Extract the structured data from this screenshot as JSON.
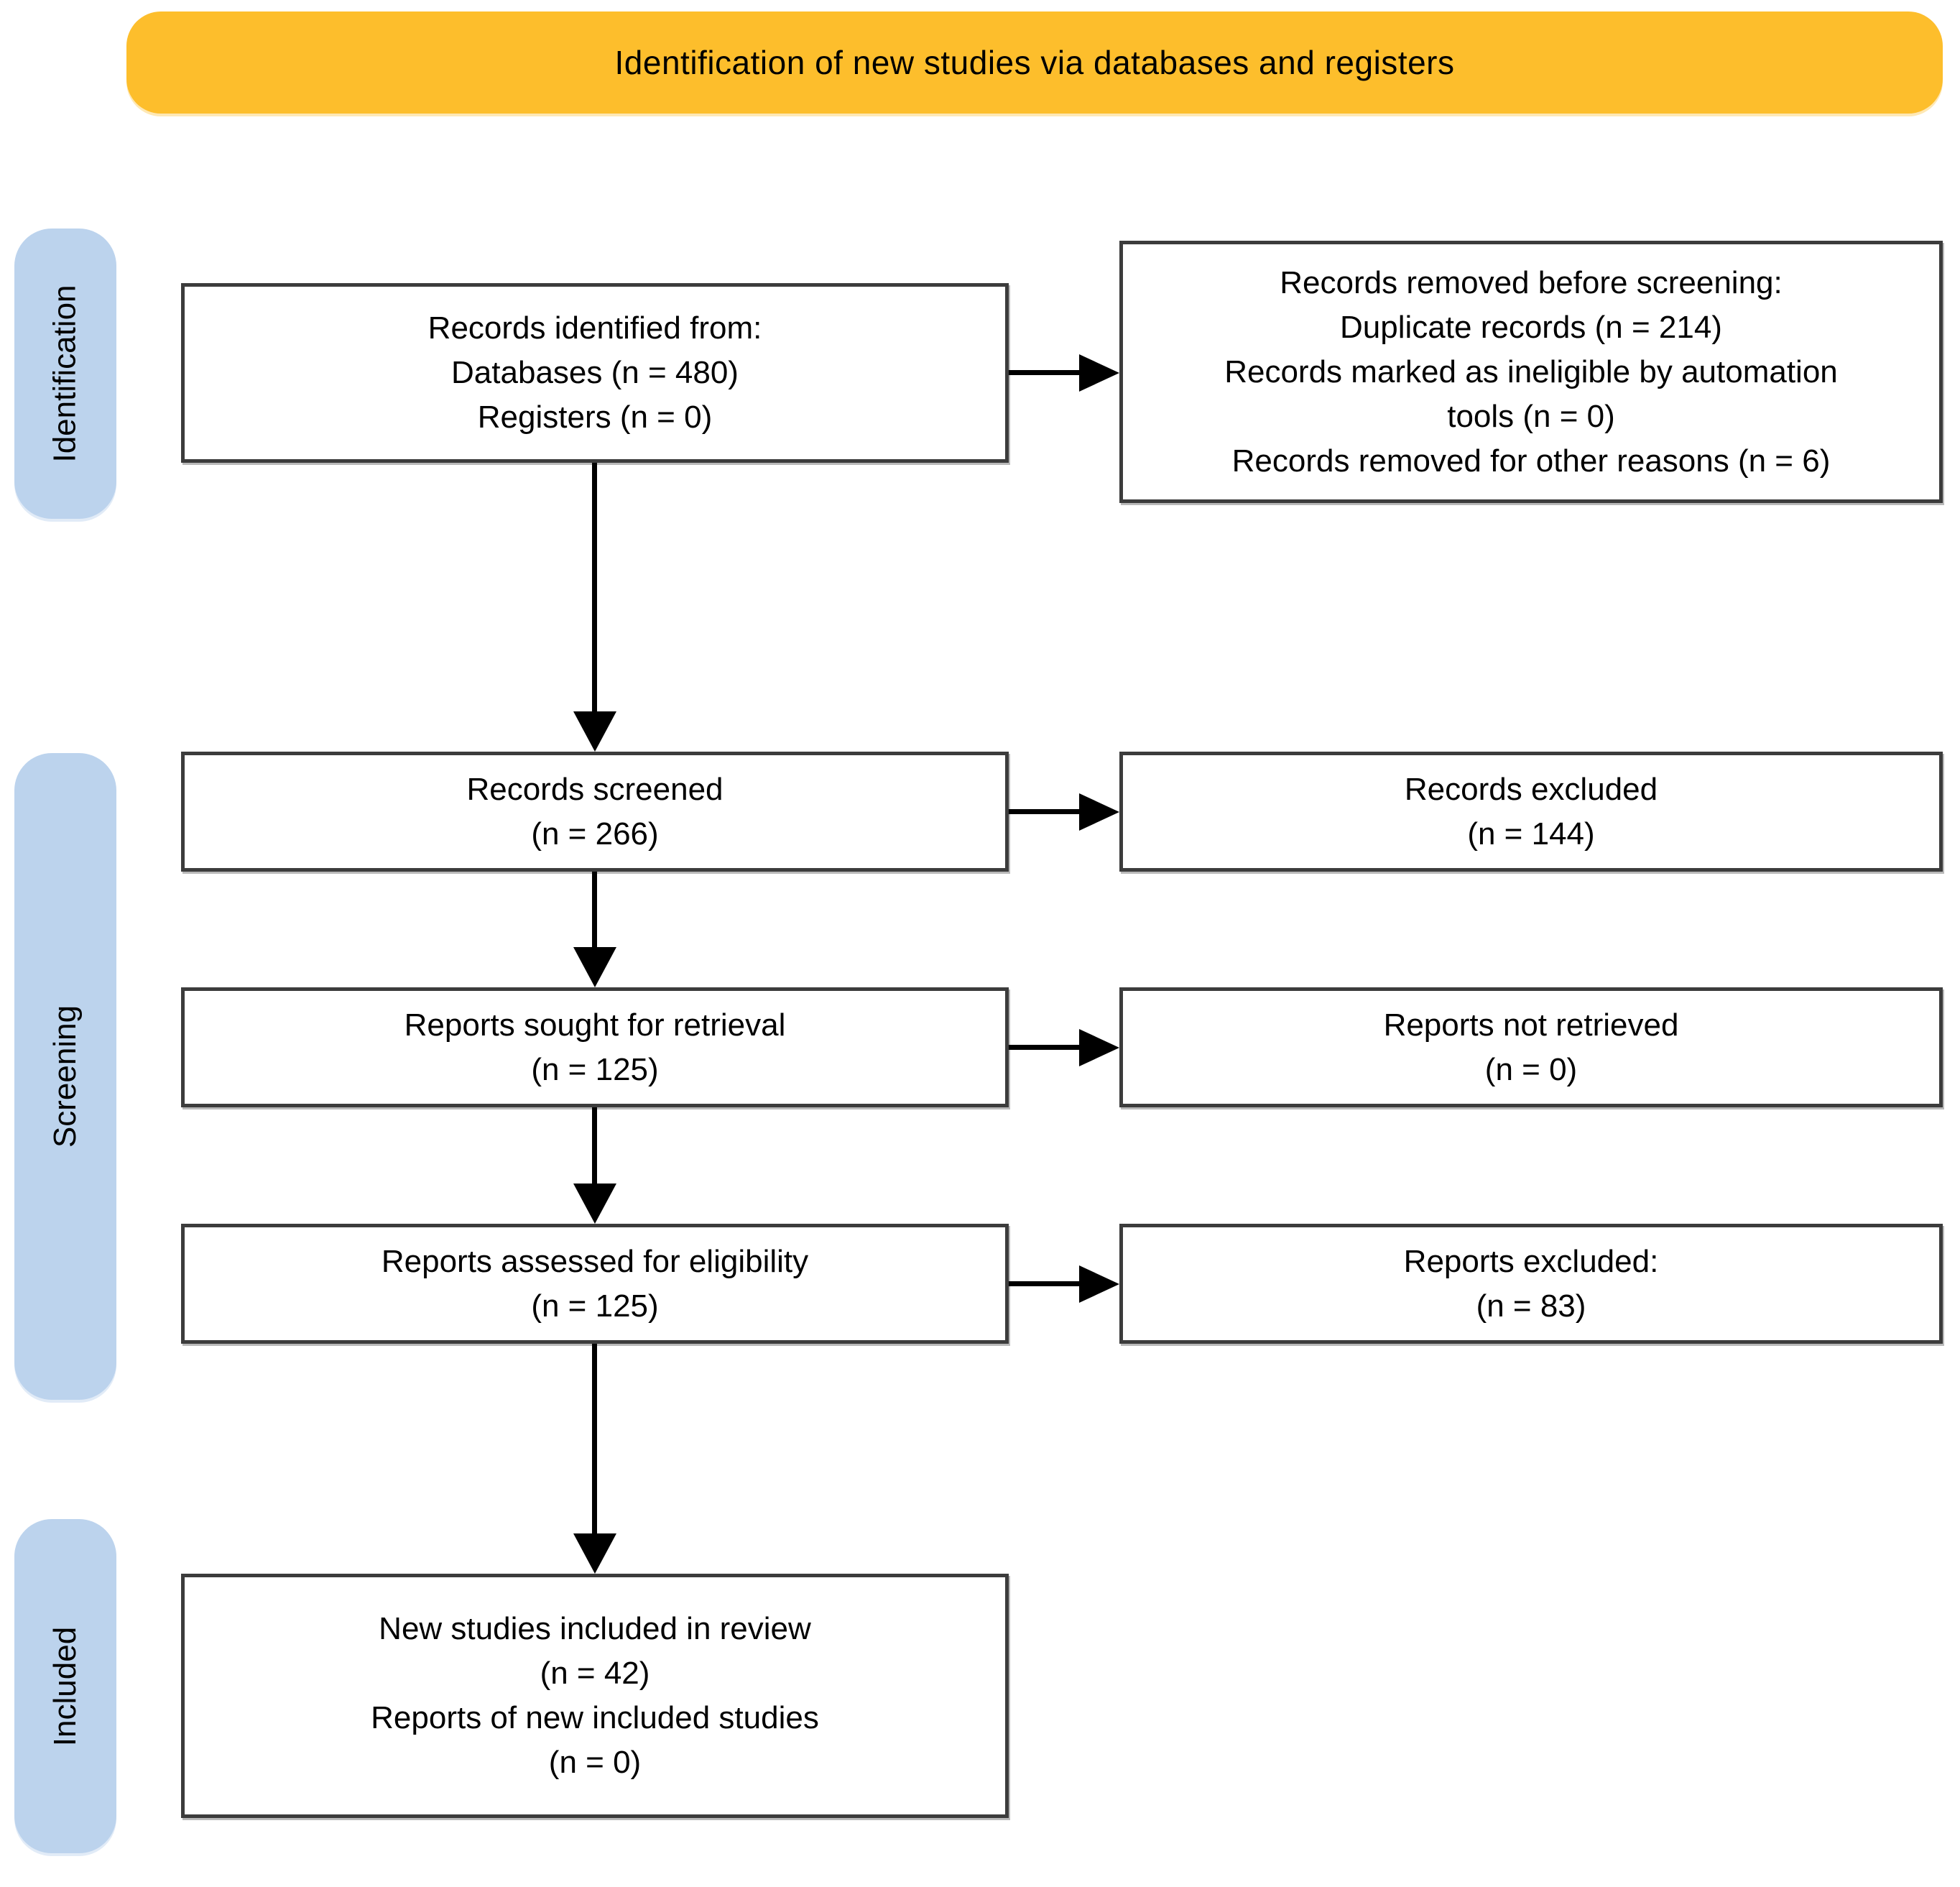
{
  "banner": {
    "label": "Identification of new studies via databases and registers",
    "color": "#FDBE2C"
  },
  "sidebar": {
    "color": "#BCD3ED",
    "stages": [
      {
        "label": "Identification"
      },
      {
        "label": "Screening"
      },
      {
        "label": "Included"
      }
    ]
  },
  "flow": {
    "identified": {
      "lines": [
        "Records identified from:",
        "Databases (n = 480)",
        "Registers (n = 0)"
      ]
    },
    "removed": {
      "lines": [
        "Records removed before screening:",
        "Duplicate records (n = 214)",
        "Records marked as ineligible by automation",
        "tools (n = 0)",
        "Records removed for other reasons (n = 6)"
      ]
    },
    "screened": {
      "lines": [
        "Records screened",
        "(n = 266)"
      ]
    },
    "records_excluded": {
      "lines": [
        "Records excluded",
        "(n = 144)"
      ]
    },
    "sought": {
      "lines": [
        "Reports sought for retrieval",
        "(n = 125)"
      ]
    },
    "not_retrieved": {
      "lines": [
        "Reports not retrieved",
        "(n = 0)"
      ]
    },
    "assessed": {
      "lines": [
        "Reports assessed for eligibility",
        "(n = 125)"
      ]
    },
    "reports_excluded": {
      "lines": [
        "Reports excluded:",
        "(n = 83)"
      ]
    },
    "included": {
      "lines": [
        "New studies included in review",
        "(n = 42)",
        "Reports of new included studies",
        "(n = 0)"
      ]
    }
  }
}
